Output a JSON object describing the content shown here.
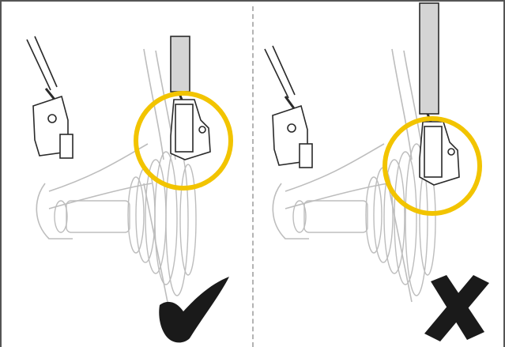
{
  "panels": [
    {
      "id": "correct",
      "verdict": "correct",
      "verdict_icon": "check-mark-icon",
      "highlight_icon": "highlight-circle-icon"
    },
    {
      "id": "incorrect",
      "verdict": "incorrect",
      "verdict_icon": "cross-mark-icon",
      "highlight_icon": "highlight-circle-icon"
    }
  ],
  "colors": {
    "frame": "#555555",
    "divider": "#b3b3b3",
    "line_art": "#bdbdbd",
    "part_outline": "#2a2a2a",
    "highlight": "#f2c400",
    "verdict_mark": "#1a1a1a"
  }
}
